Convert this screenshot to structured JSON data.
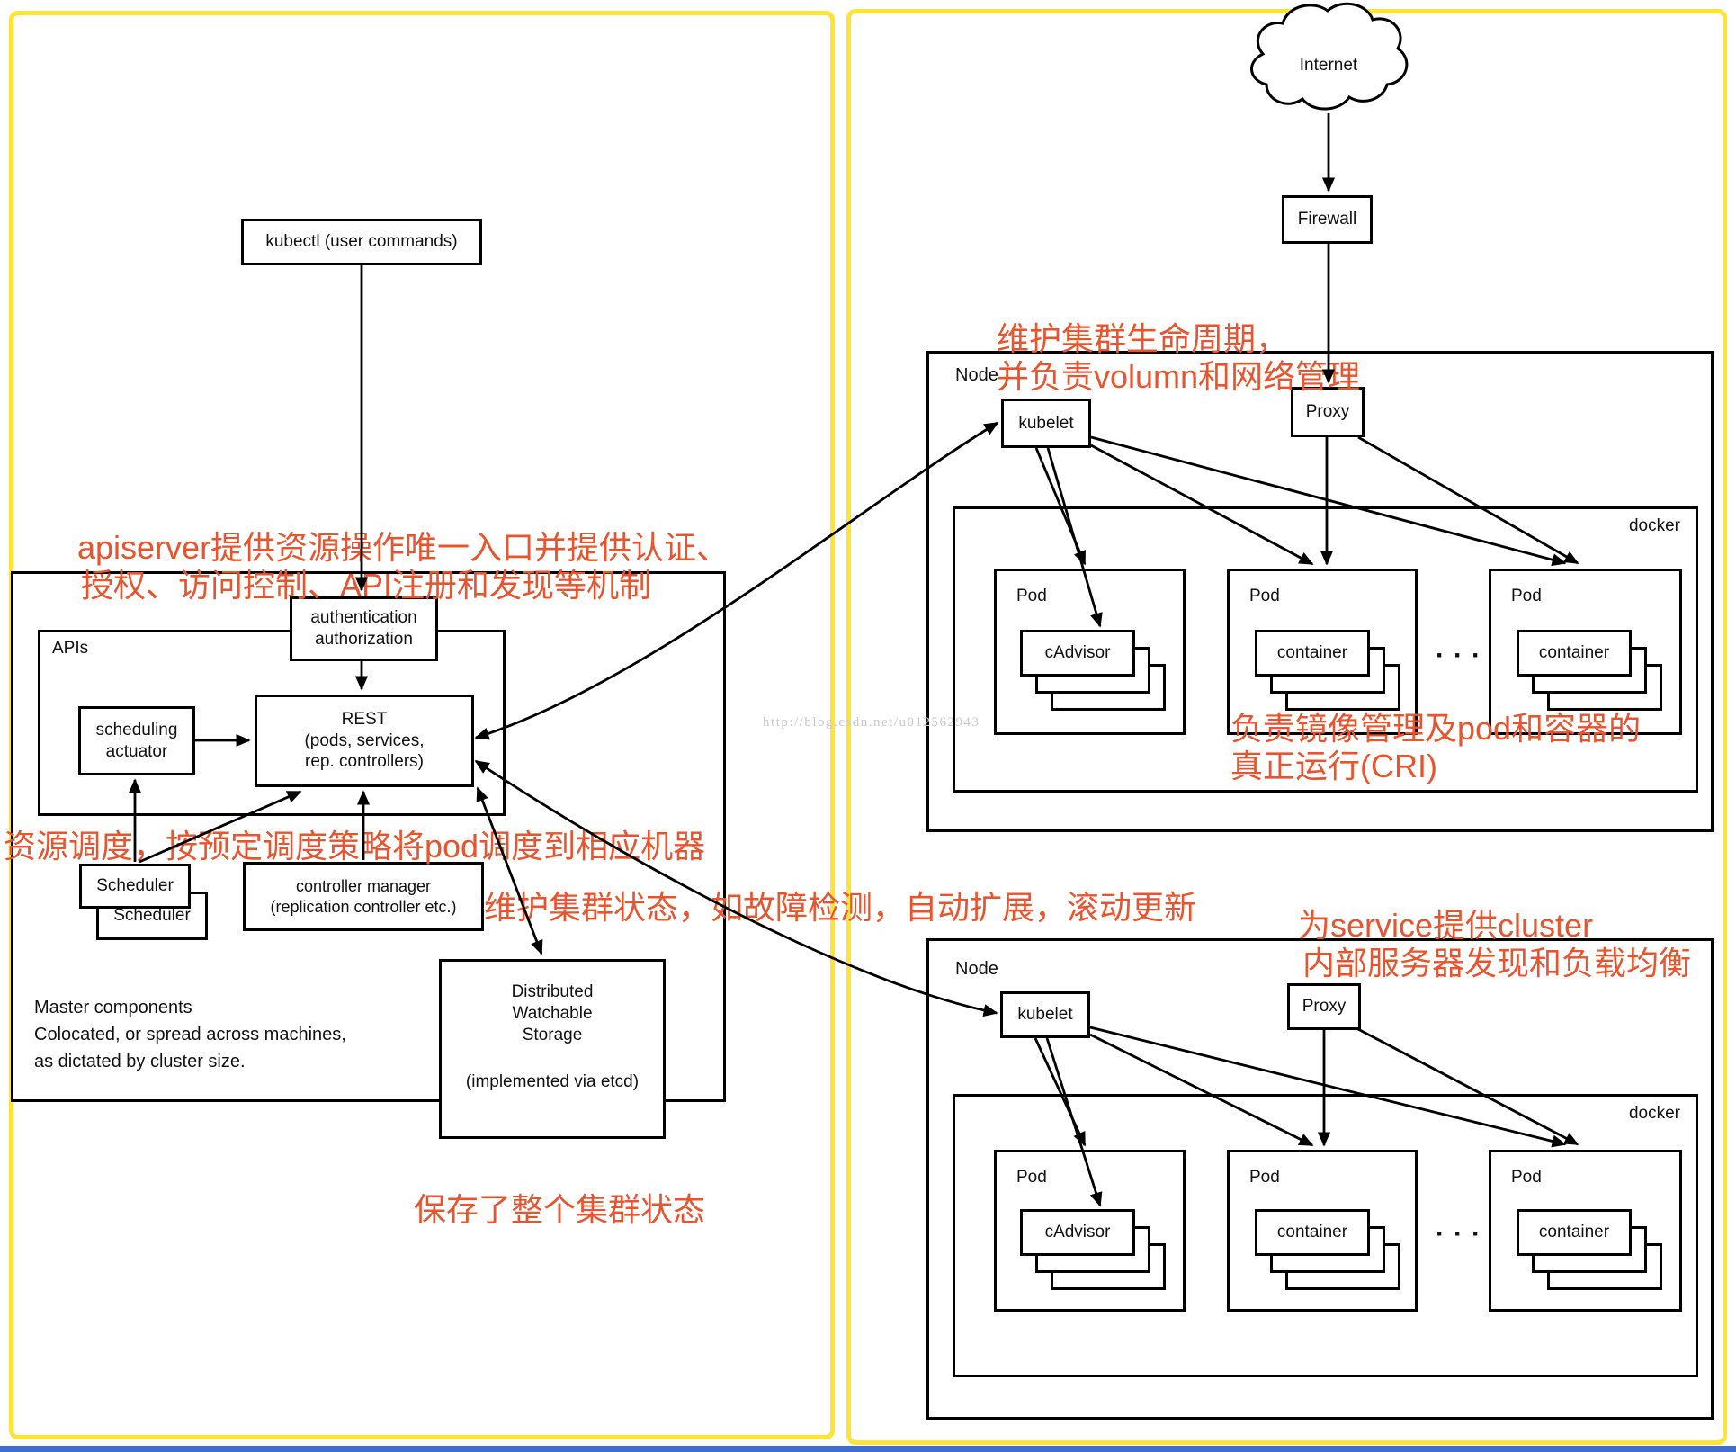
{
  "colors": {
    "panel_border": "#ffe336",
    "annotation": "#e8542e",
    "line": "#000000",
    "watermark_grey": "#c9c9c9",
    "bottom_bar_blue": "#3d6ed0"
  },
  "watermark": "http://blog.csdn.net/u012562943",
  "network": {
    "internet": "Internet",
    "firewall": "Firewall"
  },
  "master": {
    "kubectl": "kubectl (user commands)",
    "auth_line1": "authentication",
    "auth_line2": "authorization",
    "apis_label": "APIs",
    "scheduling_line1": "scheduling",
    "scheduling_line2": "actuator",
    "rest_line1": "REST",
    "rest_line2": "(pods, services,",
    "rest_line3": "rep. controllers)",
    "scheduler_front": "Scheduler",
    "scheduler_back": "Scheduler",
    "controller_line1": "controller manager",
    "controller_line2": "(replication controller etc.)",
    "note_line1": "Master components",
    "note_line2": "Colocated, or spread across machines,",
    "note_line3": "as dictated by cluster size.",
    "storage_line1": "Distributed",
    "storage_line2": "Watchable",
    "storage_line3": "Storage",
    "storage_line4": "(implemented via etcd)"
  },
  "nodes": [
    {
      "label": "Node",
      "kubelet": "kubelet",
      "proxy": "Proxy",
      "docker": "docker",
      "dots": "···",
      "pods": [
        {
          "label": "Pod",
          "box": "cAdvisor"
        },
        {
          "label": "Pod",
          "box": "container"
        },
        {
          "label": "Pod",
          "box": "container"
        }
      ]
    },
    {
      "label": "Node",
      "kubelet": "kubelet",
      "proxy": "Proxy",
      "docker": "docker",
      "dots": "···",
      "pods": [
        {
          "label": "Pod",
          "box": "cAdvisor"
        },
        {
          "label": "Pod",
          "box": "container"
        },
        {
          "label": "Pod",
          "box": "container"
        }
      ]
    }
  ],
  "annotations": {
    "apiserver_1": "apiserver提供资源操作唯一入口并提供认证、",
    "apiserver_2": "授权、访问控制、API注册和发现等机制",
    "scheduler": "资源调度，按预定调度策略将pod调度到相应机器",
    "controller": "维护集群状态，如故障检测，自动扩展，滚动更新",
    "etcd": "保存了整个集群状态",
    "kubelet_1": "维护集群生命周期，",
    "kubelet_2": "并负责volumn和网络管理",
    "docker_1": "负责镜像管理及pod和容器的",
    "docker_2": "真正运行(CRI)",
    "proxy_1": "为service提供cluster",
    "proxy_2": "内部服务器发现和负载均衡"
  }
}
